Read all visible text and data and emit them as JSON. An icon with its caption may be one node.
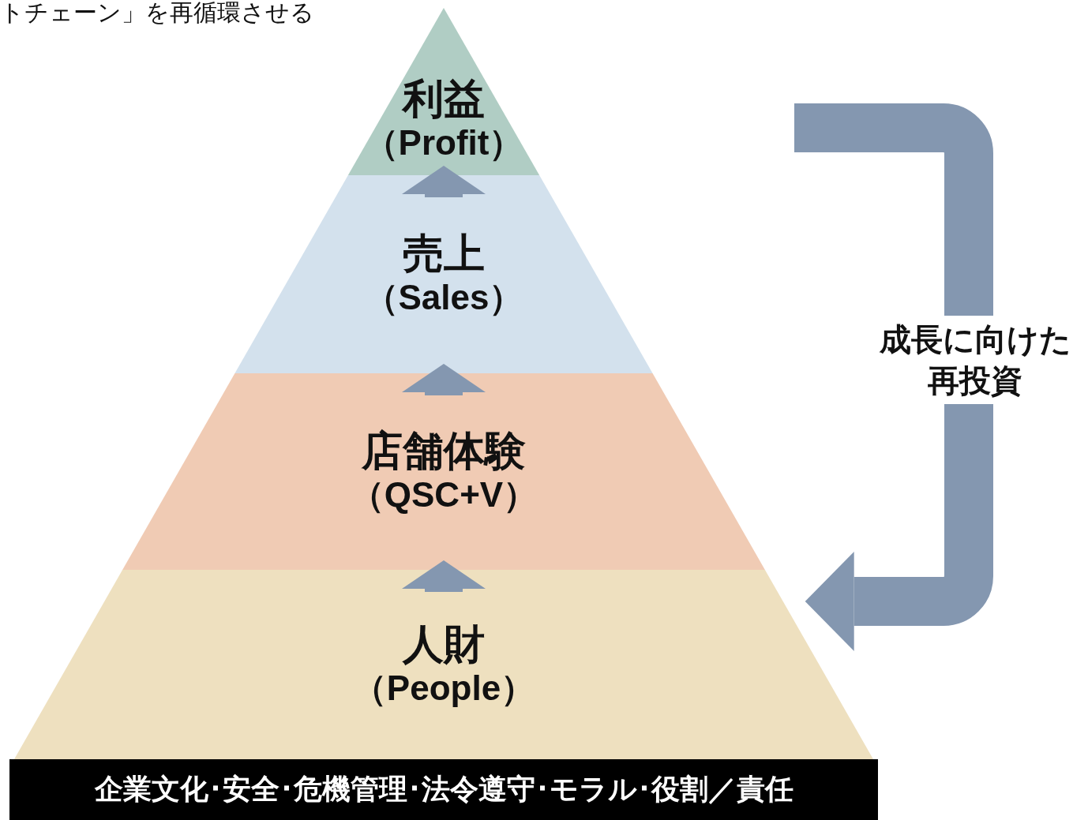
{
  "diagram": {
    "title": "トチェーン」を再循環させる",
    "nodes": [
      {
        "text": [
          "利益",
          "（Profit）"
        ]
      },
      {
        "text": [
          "売上",
          "（Sales）"
        ]
      },
      {
        "text": [
          "店舗体験",
          "（QSC+V）"
        ]
      },
      {
        "text": [
          "人財",
          "（People）"
        ]
      },
      {
        "text": [
          "企業文化･安全･危機管理･法令遵守･モラル･役割／責任"
        ]
      }
    ],
    "edges": [
      {
        "from": 3,
        "to": 2,
        "arrow": "to"
      },
      {
        "from": 2,
        "to": 1,
        "arrow": "to"
      },
      {
        "from": 1,
        "to": 0,
        "arrow": "to"
      },
      {
        "from": null,
        "to": 3,
        "arrow": "to",
        "label": "成長に向けた再投資"
      }
    ]
  }
}
